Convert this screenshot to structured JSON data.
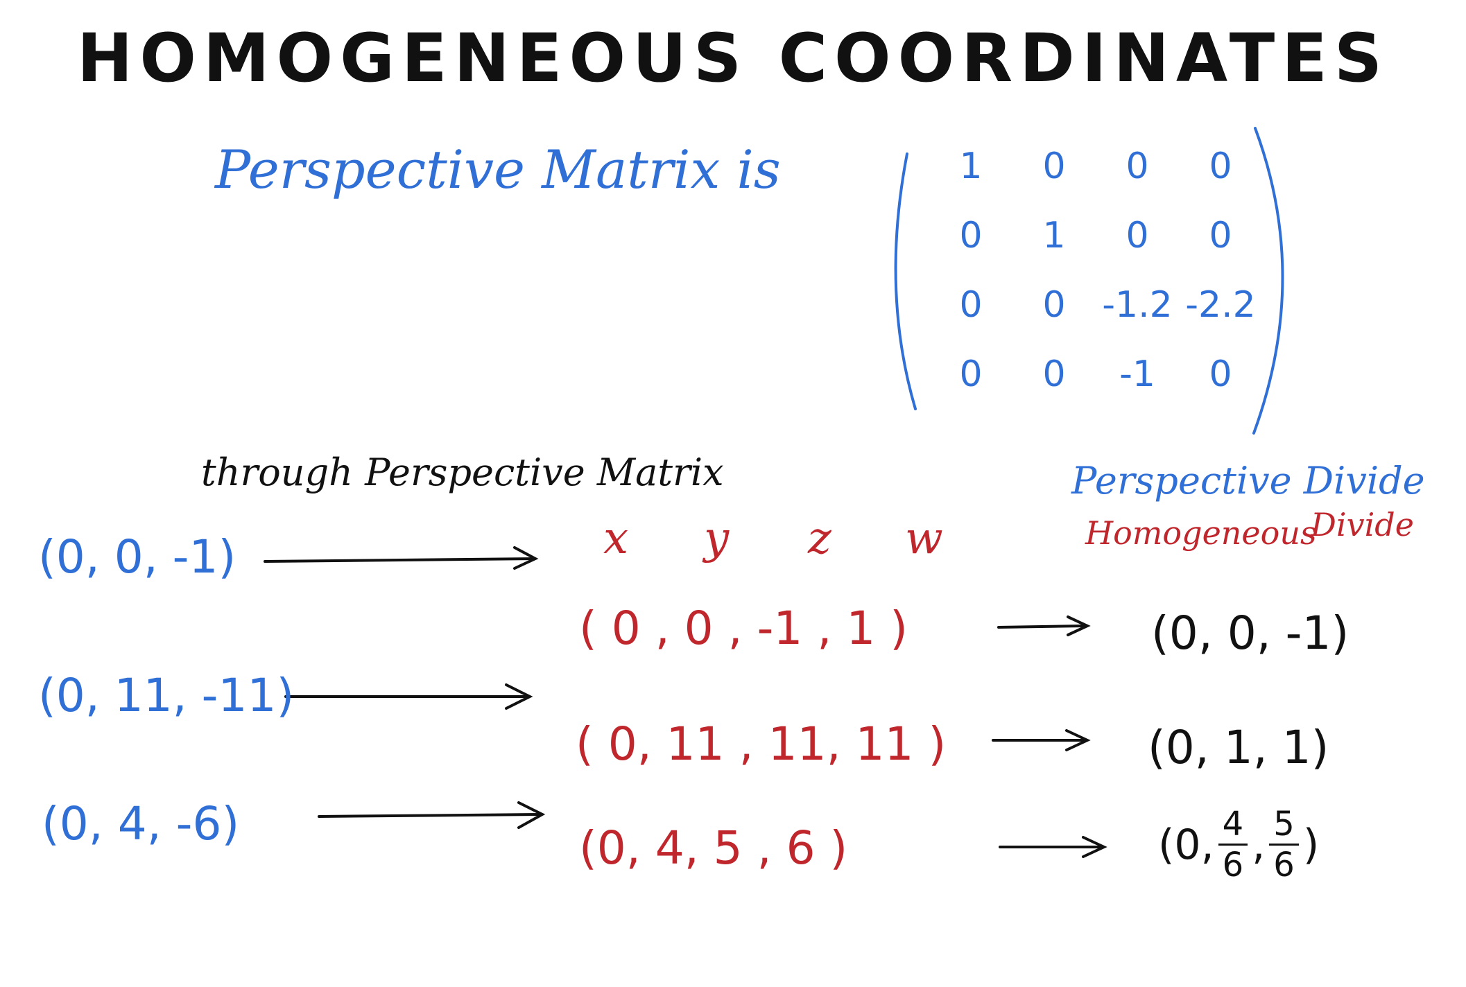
{
  "title": "HOMOGENEOUS COORDINATES",
  "perspective_matrix": {
    "label": "Perspective Matrix is",
    "rows": [
      [
        "1",
        "0",
        "0",
        "0"
      ],
      [
        "0",
        "1",
        "0",
        "0"
      ],
      [
        "0",
        "0",
        "-1.2",
        "-2.2"
      ],
      [
        "0",
        "0",
        "-1",
        "0"
      ]
    ]
  },
  "through_label": "through Perspective Matrix",
  "divide_labels": {
    "perspective": "Perspective Divide",
    "homogeneous_word": "Homogeneous",
    "divide_word": "Divide"
  },
  "clip_headers": [
    "x",
    "y",
    "z",
    "w"
  ],
  "rows": [
    {
      "input": "(0, 0, -1)",
      "clip": "( 0 , 0 , -1 , 1 )",
      "result_text": "(0, 0, -1)"
    },
    {
      "input": "(0, 11, -11)",
      "clip": "( 0, 11 , 11, 11 )",
      "result_text": "(0, 1, 1)"
    },
    {
      "input": "(0, 4, -6)",
      "clip": "(0, 4, 5 , 6 )",
      "result_prefix": "(0,",
      "frac1_num": "4",
      "frac1_den": "6",
      "comma": ",",
      "frac2_num": "5",
      "frac2_den": "6",
      "result_suffix": ")"
    }
  ],
  "colors": {
    "input": "#2f6fd6",
    "clip": "#c0272d",
    "output": "#111111"
  }
}
